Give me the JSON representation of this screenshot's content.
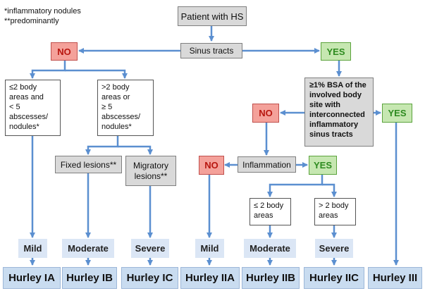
{
  "notes": [
    "*inflammatory nodules",
    "**predominantly"
  ],
  "nodes": {
    "patient": "Patient with HS",
    "sinus_tracts": "Sinus tracts",
    "no_top": "NO",
    "yes_top": "YES",
    "left_criteria_a": "≤2 body\nareas and\n< 5\nabscesses/\nnodules*",
    "left_criteria_b": ">2 body\nareas or\n≥ 5\nabscesses/\nnodules*",
    "fixed_lesions": "Fixed lesions**",
    "migratory_lesions": "Migratory\nlesions**",
    "bsa_question": "≥1% BSA of the\ninvolved body\nsite with\ninterconnected\ninflammatory\nsinus tracts",
    "no_bsa": "NO",
    "yes_bsa": "YES",
    "inflammation": "Inflammation",
    "no_inflam": "NO",
    "yes_inflam": "YES",
    "body_areas_le2": "≤ 2 body\nareas",
    "body_areas_gt2": "> 2 body\nareas"
  },
  "severity": [
    "Mild",
    "Moderate",
    "Severe",
    "Mild",
    "Moderate",
    "Severe"
  ],
  "hurley": [
    "Hurley IA",
    "Hurley IB",
    "Hurley IC",
    "Hurley IIA",
    "Hurley IIB",
    "Hurley IIC",
    "Hurley III"
  ],
  "colors": {
    "arrow": "#5b8fd0",
    "no_fill": "#f4a19a",
    "yes_fill": "#c6e7b1",
    "gray_fill": "#d9d9d9",
    "severity_fill": "#dbe6f5",
    "hurley_fill": "#c9dcf0"
  }
}
